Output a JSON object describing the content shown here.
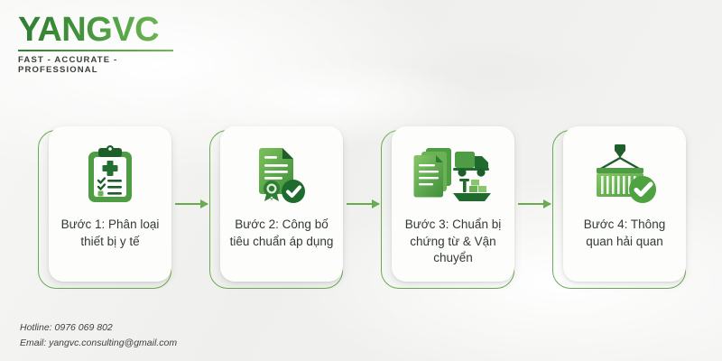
{
  "logo": {
    "word": "YANGVC",
    "tagline": "FAST - ACCURATE - PROFESSIONAL",
    "gradient_from": "#2f7d32",
    "gradient_to": "#7cc05c"
  },
  "theme": {
    "frame_green": "#6aab51",
    "icon_dark_green": "#256b31",
    "icon_mid_green": "#4e9c43",
    "icon_light_green": "#7bc063",
    "text_color": "#333a33",
    "background": "#f2f2f0"
  },
  "flow": {
    "arrow_icon": "arrow-right-icon",
    "steps": [
      {
        "id": "step-1",
        "caption": "Bước 1: Phân loại thiết bị y tế",
        "icon_name": "medical-clipboard-icon"
      },
      {
        "id": "step-2",
        "caption": "Bước 2: Công bố tiêu chuẩn áp dụng",
        "icon_name": "certificate-check-icon"
      },
      {
        "id": "step-3",
        "caption": "Bước 3: Chuẩn bị chứng từ & Vận chuyển",
        "icon_name": "documents-truck-ship-icon"
      },
      {
        "id": "step-4",
        "caption": "Bước 4: Thông quan hải quan",
        "icon_name": "container-crane-check-icon"
      }
    ]
  },
  "footer": {
    "hotline": "Hotline: 0976 069 802",
    "email": "Email: yangvc.consulting@gmail.com"
  }
}
